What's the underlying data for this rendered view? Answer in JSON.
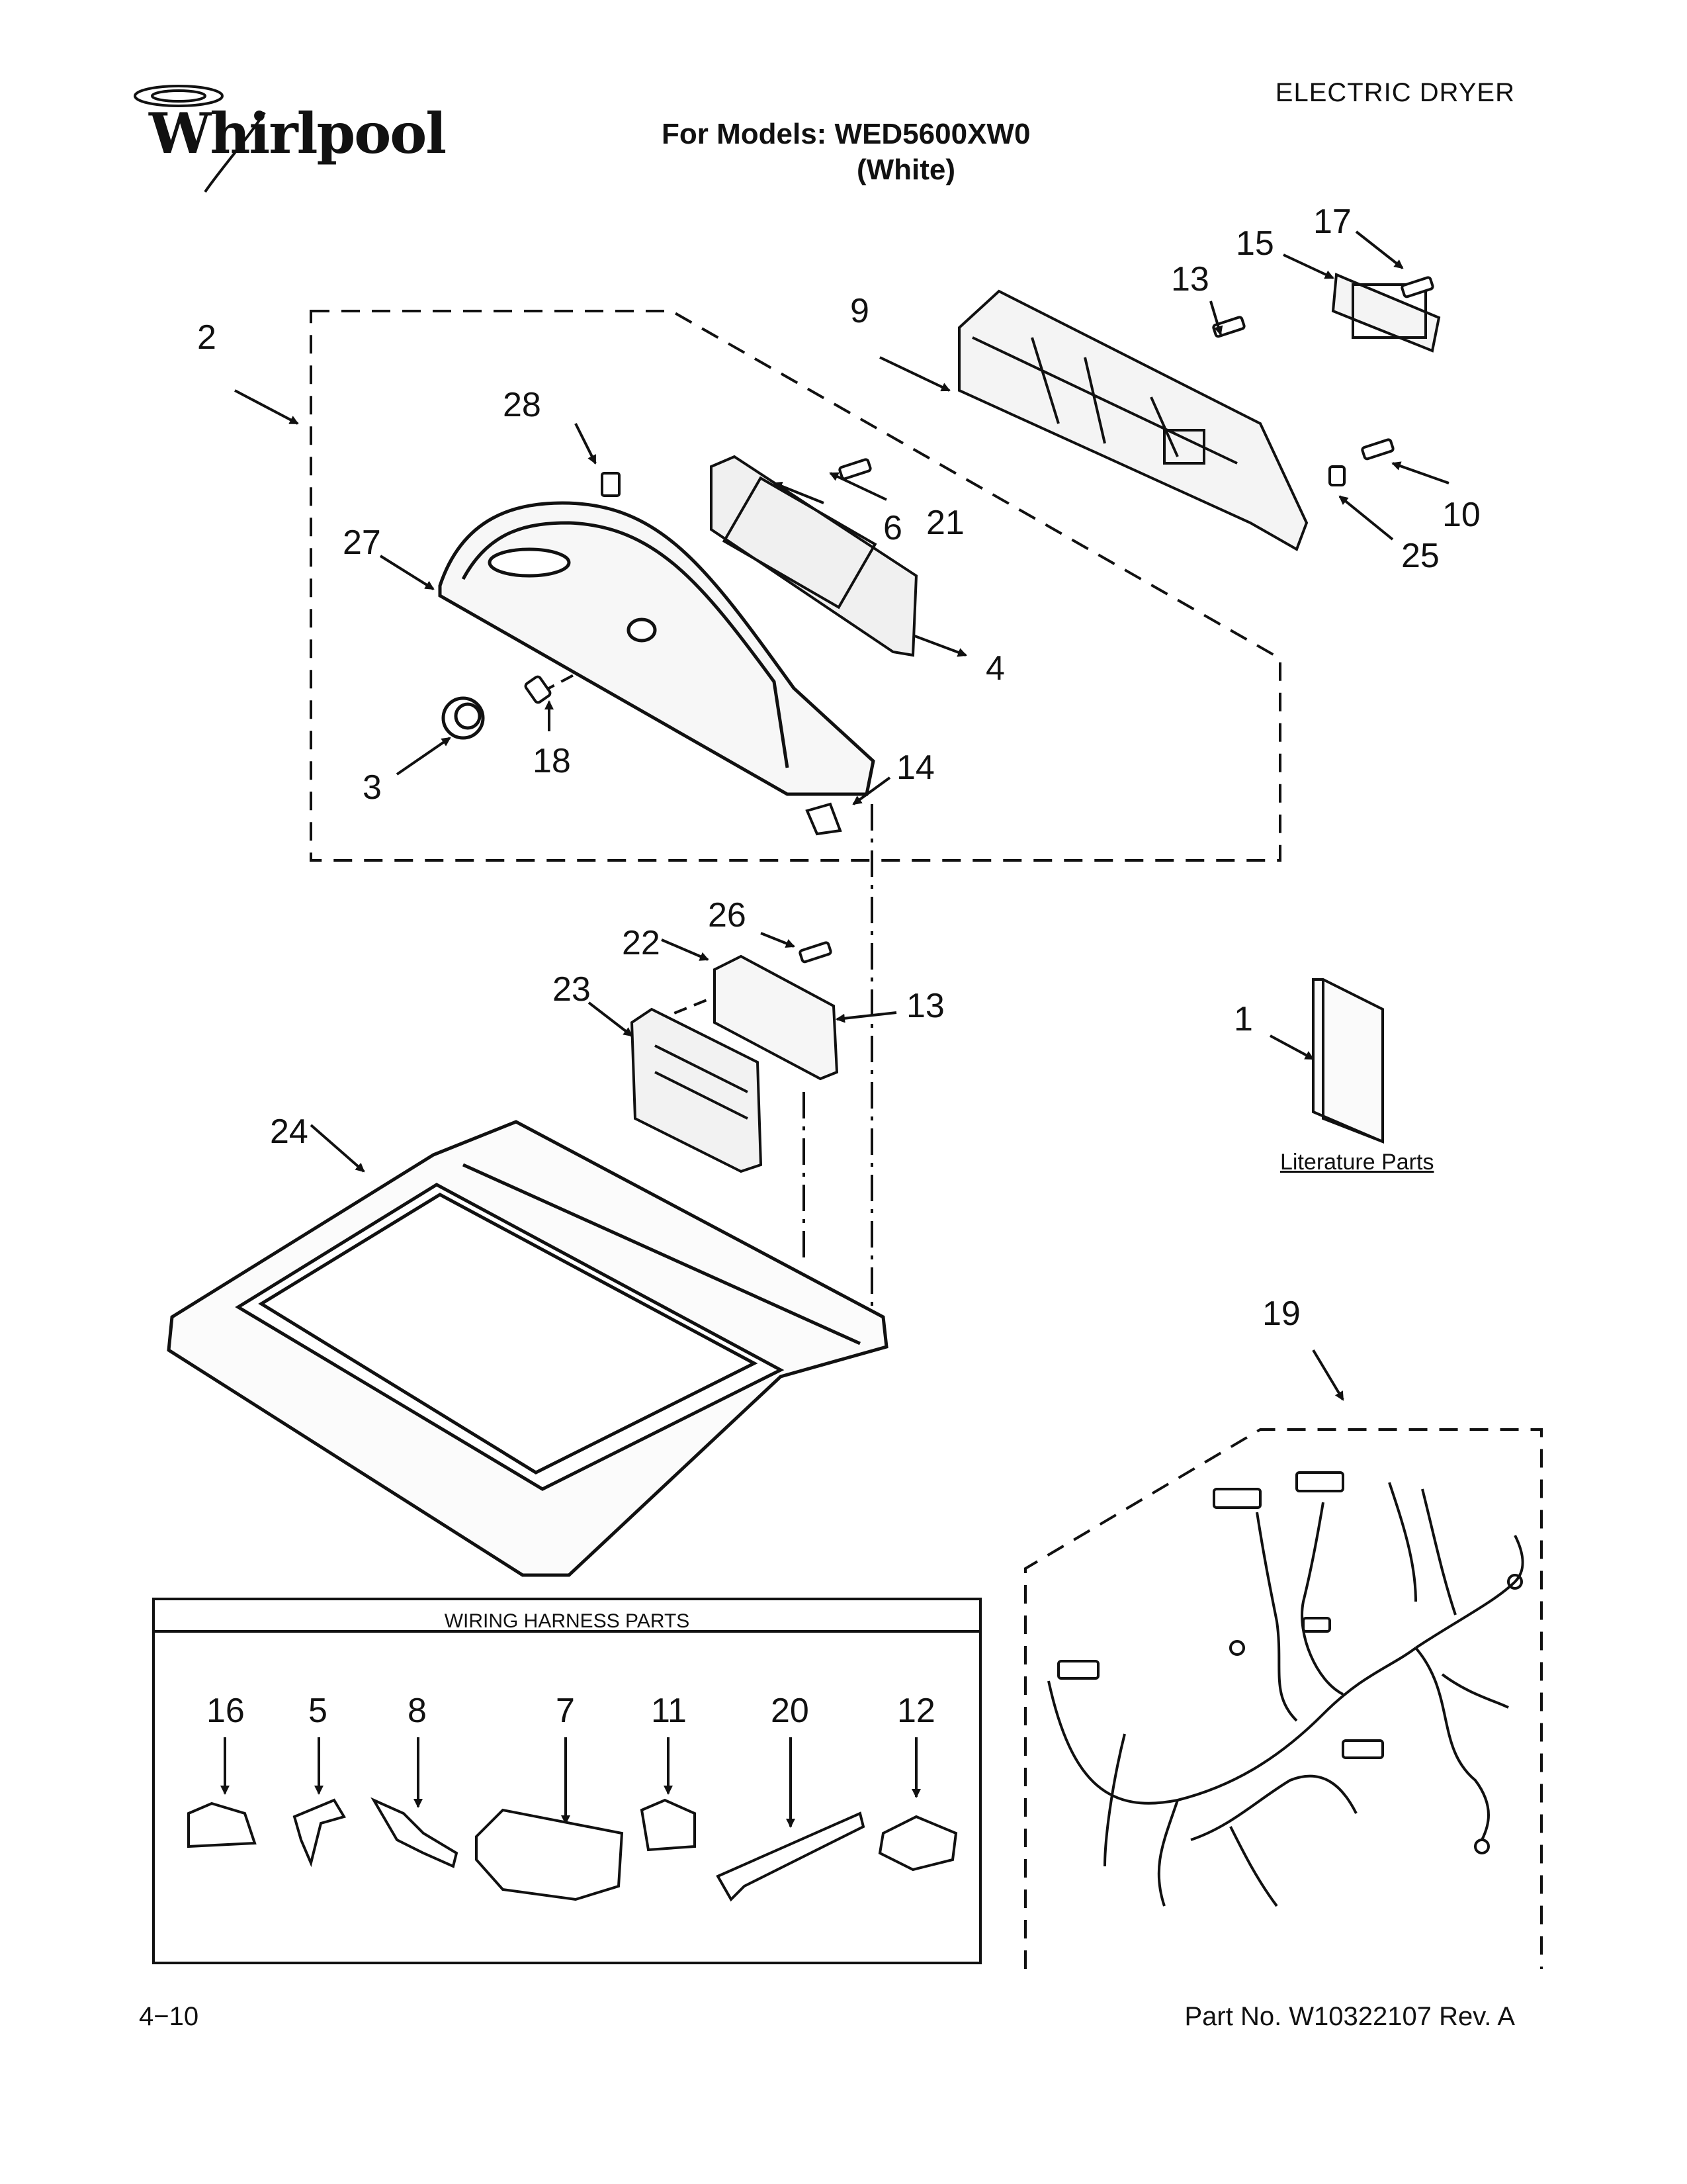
{
  "header": {
    "brand": "Whirlpool",
    "product_type": "ELECTRIC DRYER",
    "model_label": "For Models: WED5600XW0",
    "model_color": "(White)"
  },
  "callouts": {
    "c1": "1",
    "c2": "2",
    "c3": "3",
    "c4": "4",
    "c6": "6",
    "c9": "9",
    "c10": "10",
    "c13a": "13",
    "c13b": "13",
    "c14": "14",
    "c15": "15",
    "c17": "17",
    "c18": "18",
    "c19": "19",
    "c21": "21",
    "c22": "22",
    "c23": "23",
    "c24": "24",
    "c25": "25",
    "c26": "26",
    "c27": "27",
    "c28": "28"
  },
  "literature": {
    "label": "Literature Parts"
  },
  "wiring_harness": {
    "title": "WIRING HARNESS PARTS",
    "parts": [
      "16",
      "5",
      "8",
      "7",
      "11",
      "20",
      "12"
    ]
  },
  "footer": {
    "page": "4−10",
    "part_no": "Part No. W10322107 Rev. A"
  }
}
